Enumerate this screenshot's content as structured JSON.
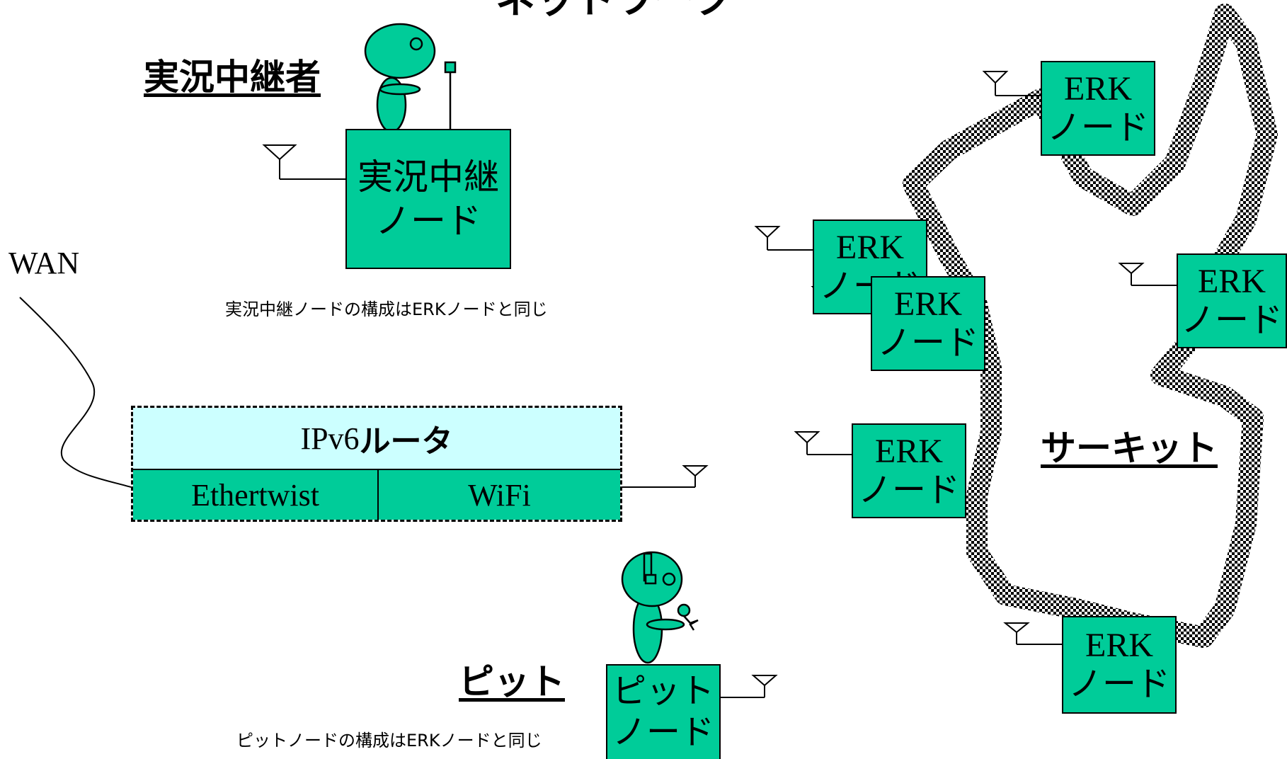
{
  "title_partial": "ネットワーク",
  "relay": {
    "heading": "実況中継者",
    "node_line1": "実況中継",
    "node_line2": "ノード",
    "note": "実況中継ノードの構成はERKノードと同じ"
  },
  "wan_label": "WAN",
  "router": {
    "title_prefix": "IPv6",
    "title_suffix": "ルータ",
    "left_cell": "Ethertwist",
    "right_cell": "WiFi"
  },
  "pit": {
    "heading": "ピット",
    "node_line1": "ピット",
    "node_line2": "ノード",
    "note": "ピットノードの構成はERKノードと同じ"
  },
  "circuit": {
    "label": "サーキット"
  },
  "erk_nodes": [
    {
      "line1": "ERK",
      "line2": "ノード"
    },
    {
      "line1": "ERK",
      "line2": "ノード"
    },
    {
      "line1": "ERK",
      "line2": "ノード"
    },
    {
      "line1": "ERK",
      "line2": "ノード"
    },
    {
      "line1": "ERK",
      "line2": "ノード"
    },
    {
      "line1": "ERK",
      "line2": "ノード"
    }
  ],
  "colors": {
    "node_fill": "#00cc99",
    "router_top_fill": "#ccffff",
    "figure_fill": "#00cc99"
  }
}
